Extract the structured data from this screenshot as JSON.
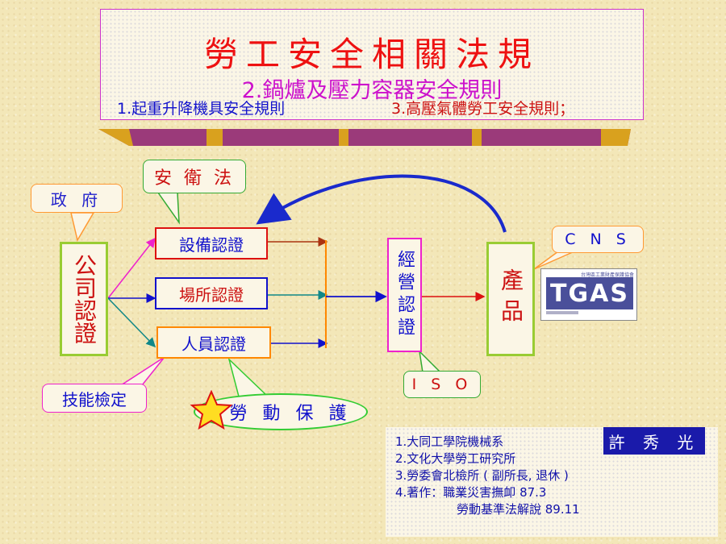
{
  "title": {
    "main": "勞工安全相關法規",
    "sub": "2.鍋爐及壓力容器安全規則",
    "rule1": "1.起重升降機具安全規則",
    "rule3": "3.高壓氣體勞工安全規則；"
  },
  "nodes": {
    "government": "政 府",
    "safety_law": "安 衛 法",
    "company_cert": "公司認證",
    "equipment_cert": "設備認證",
    "site_cert": "場所認證",
    "personnel_cert": "人員認證",
    "management_cert": "經營認證",
    "product": "產品",
    "cns": "C N S",
    "iso": "I S O",
    "skill_test": "技能檢定",
    "labor_protection": "勞 動 保 護"
  },
  "logo": {
    "name": "TGAS",
    "caption": "台灣區工業財產保護協會"
  },
  "author": {
    "name": "許 秀 光",
    "lines": [
      "1.大同工學院機械系",
      "2.文化大學勞工研究所",
      "3.勞委會北檢所 ( 副所長, 退休 )",
      "4.著作：職業災害撫卹 87.3",
      "勞動基準法解說 89.11"
    ]
  },
  "colors": {
    "title_red": "#ee1111",
    "title_magenta": "#cc11cc",
    "blue": "#1111cc",
    "green": "#33aa33",
    "orange": "#ff8800",
    "purple": "#993399",
    "red": "#cc1111",
    "teal": "#118888"
  }
}
